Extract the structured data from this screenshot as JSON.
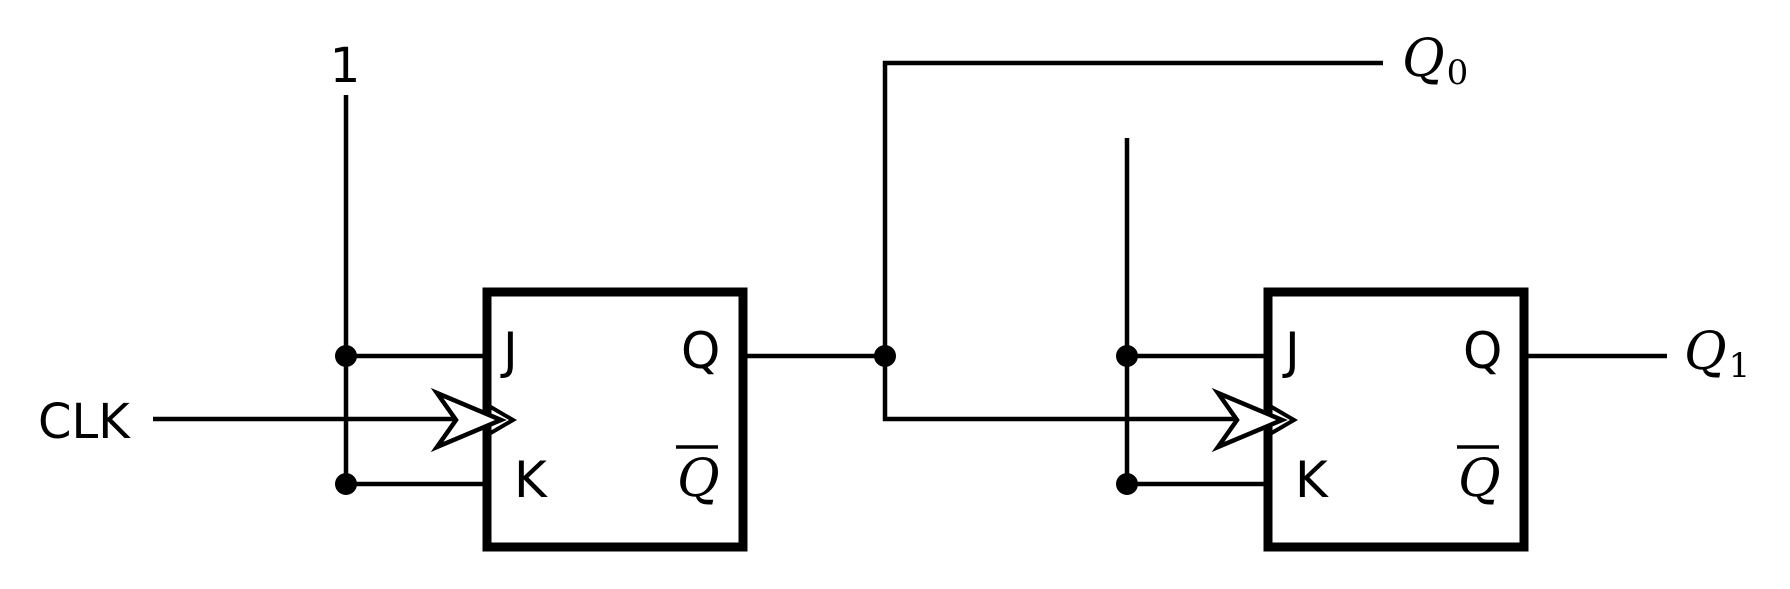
{
  "labels": {
    "constant_one": "1",
    "clk": "CLK"
  },
  "flipflop1": {
    "j": "J",
    "q": "Q",
    "k": "K",
    "q_bar": "Q"
  },
  "flipflop2": {
    "j": "J",
    "q": "Q",
    "k": "K",
    "q_bar": "Q"
  },
  "outputs": {
    "q0": {
      "base": "Q",
      "sub": "0"
    },
    "q1": {
      "base": "Q",
      "sub": "1"
    }
  },
  "icons": {
    "clock_arrowhead": "open-right-arrow",
    "clock_wedge": "right-wedge",
    "junction": "filled-dot"
  },
  "colors": {
    "ink": "#000000",
    "background": "#ffffff"
  }
}
